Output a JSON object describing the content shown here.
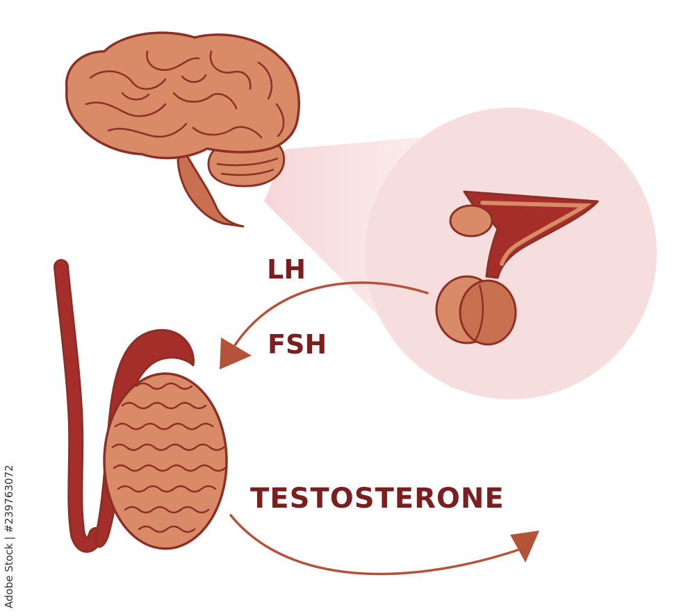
{
  "labels": {
    "lh": "LH",
    "fsh": "FSH",
    "testosterone": "TESTOSTERONE"
  },
  "watermark": {
    "stock_id": "Adobe Stock | #239763072"
  },
  "colors": {
    "label_text": "#7a1f1f",
    "arrow": "#b5533a",
    "organ_fill": "#d98b67",
    "organ_shade": "#c8704f",
    "outline": "#8c2f25",
    "vessel": "#a52d2a",
    "zoom_bubble": "#f7dede",
    "background": "#ffffff"
  },
  "icons": [
    "brain-icon",
    "pituitary-gland-icon",
    "testis-icon",
    "epididymis-icon",
    "vas-deferens-icon"
  ]
}
